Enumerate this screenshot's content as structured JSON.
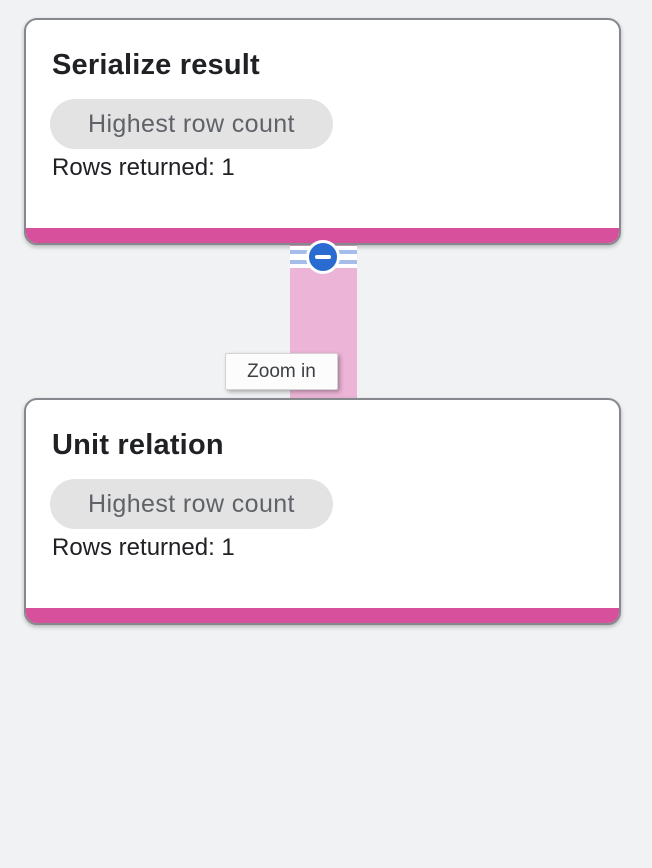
{
  "graph": {
    "nodes": [
      {
        "title": "Serialize result",
        "badge": "Highest row count",
        "rows": "Rows returned: 1"
      },
      {
        "title": "Unit relation",
        "badge": "Highest row count",
        "rows": "Rows returned: 1"
      }
    ],
    "tooltip": "Zoom in",
    "collapse_icon": "remove-circle-icon"
  },
  "colors": {
    "background": "#F1F2F4",
    "node_border": "#85898D",
    "node_accent_pink": "#D7509B",
    "edge_pink": "#ECB4D6",
    "grip_stripe_blue": "#A6BDE9",
    "collapse_button_blue": "#2A6BD2",
    "badge_bg": "#E3E3E4",
    "badge_text": "#5F6368",
    "text_primary": "#202124",
    "tooltip_text": "#3C4043"
  }
}
